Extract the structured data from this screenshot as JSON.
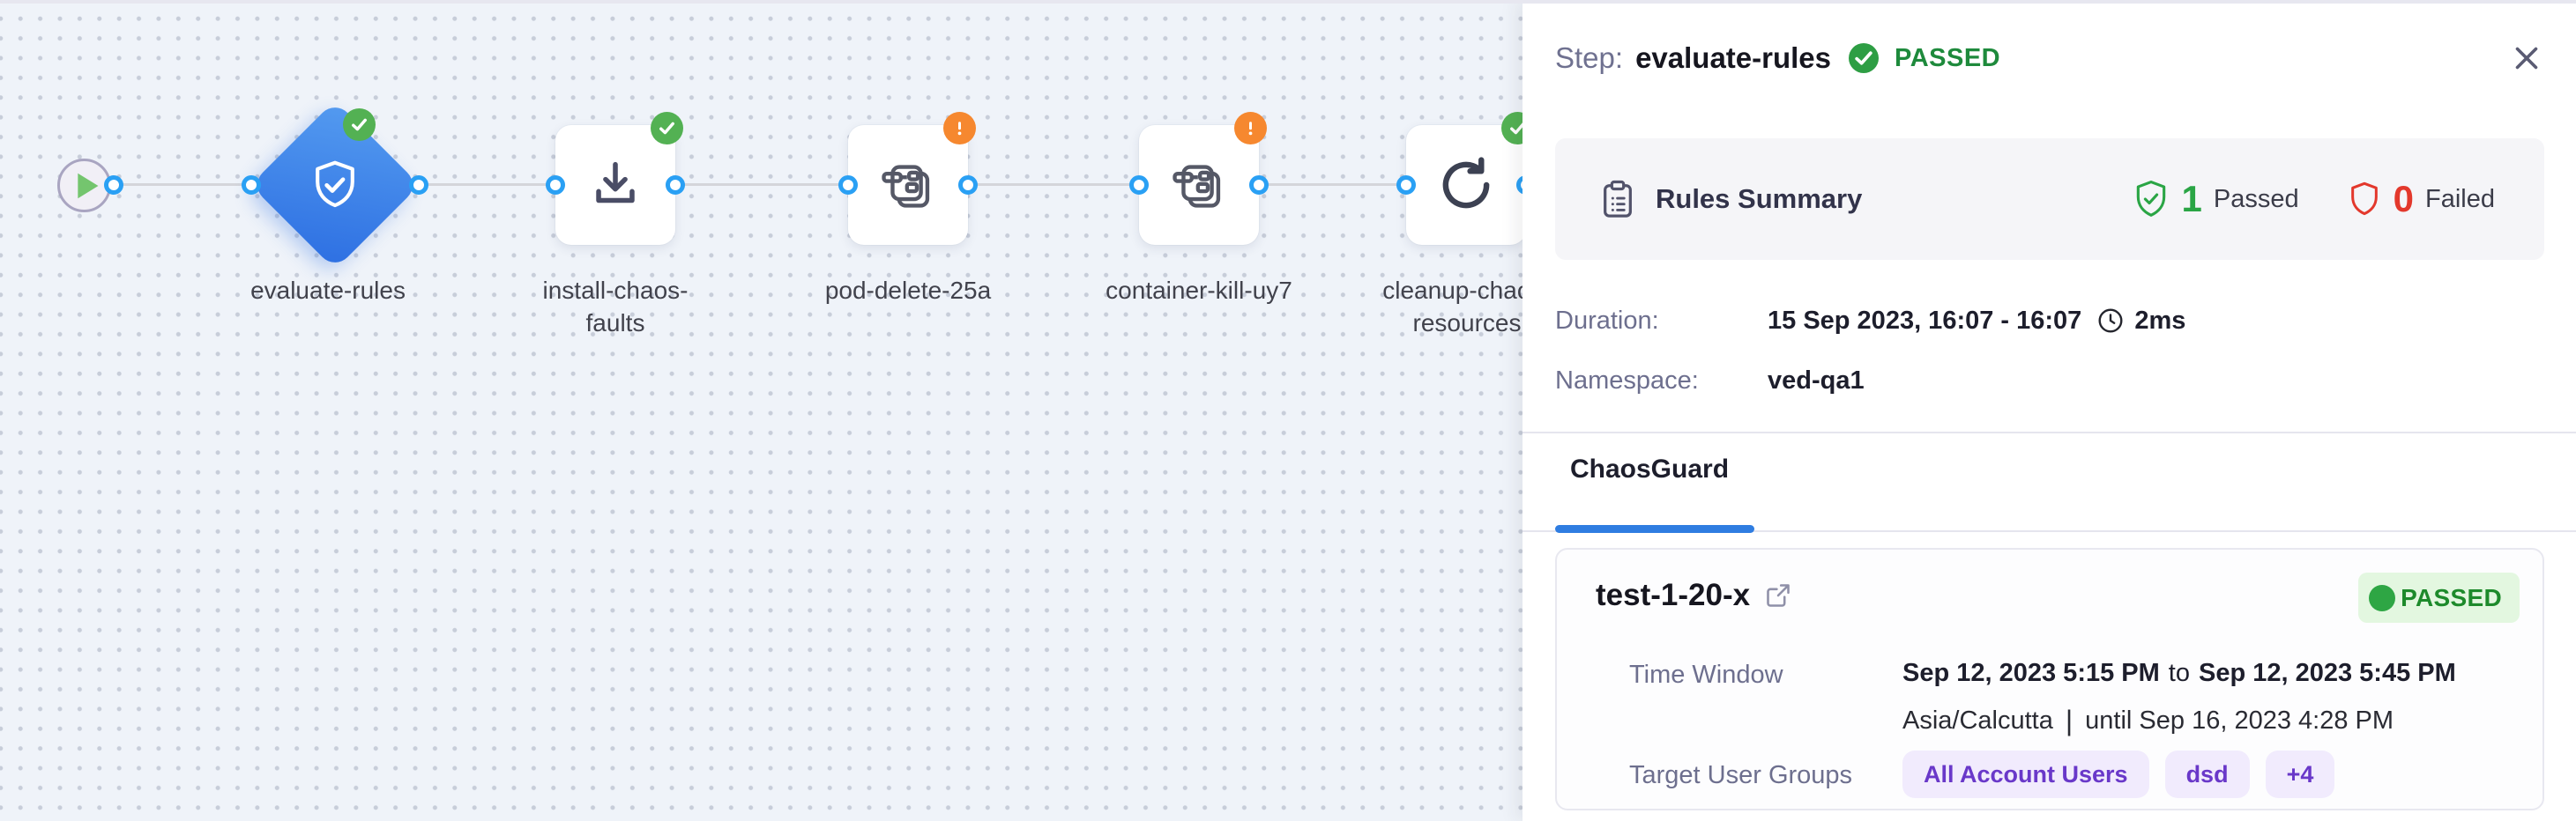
{
  "canvas": {
    "nodes": [
      {
        "id": "start",
        "type": "start-circle"
      },
      {
        "id": "evaluate-rules",
        "label": "evaluate-rules",
        "type": "diamond",
        "icon": "shield-check-icon",
        "status": "passed"
      },
      {
        "id": "install-chaos-faults",
        "label": "install-chaos-faults",
        "type": "square",
        "icon": "download-icon",
        "status": "passed"
      },
      {
        "id": "pod-delete-25a",
        "label": "pod-delete-25a",
        "type": "square",
        "icon": "chaos-fault-icon",
        "status": "warning"
      },
      {
        "id": "container-kill-uy7",
        "label": "container-kill-uy7",
        "type": "square",
        "icon": "chaos-fault-icon",
        "status": "warning"
      },
      {
        "id": "cleanup-chaos-resources",
        "label": "cleanup-chaos-resources",
        "type": "square",
        "icon": "refresh-icon",
        "status": "passed"
      }
    ]
  },
  "panel": {
    "header": {
      "step_label": "Step:",
      "step_name": "evaluate-rules",
      "status": "PASSED"
    },
    "rules_summary": {
      "title": "Rules Summary",
      "passed_count": "1",
      "passed_label": "Passed",
      "failed_count": "0",
      "failed_label": "Failed"
    },
    "details": {
      "duration_label": "Duration:",
      "duration_value": "15 Sep 2023, 16:07 - 16:07",
      "duration_time": "2ms",
      "namespace_label": "Namespace:",
      "namespace_value": "ved-qa1"
    },
    "tabs": {
      "chaosguard": "ChaosGuard"
    },
    "guard_card": {
      "name": "test-1-20-x",
      "status": "PASSED",
      "time_window_label": "Time Window",
      "time_window_start": "Sep 12, 2023 5:15 PM",
      "time_window_to": "to",
      "time_window_end": "Sep 12, 2023 5:45 PM",
      "timezone": "Asia/Calcutta",
      "tz_separator": "|",
      "until_text": "until Sep 16, 2023 4:28 PM",
      "target_user_groups_label": "Target User Groups",
      "user_groups": [
        "All Account Users",
        "dsd",
        "+4"
      ]
    }
  },
  "colors": {
    "passed_green": "#1e8a3c",
    "badge_green": "#53b153",
    "failed_red": "#e3382c",
    "warning_orange": "#f6882f",
    "accent_blue": "#2f7de1",
    "port_blue": "#2aa0f4",
    "node_gradient_blue": "#2d6fe2",
    "pill_purple": "#6938c9"
  }
}
